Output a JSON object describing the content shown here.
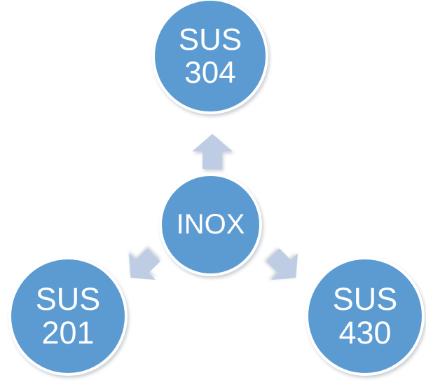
{
  "diagram": {
    "type": "radial-diagram",
    "title": "",
    "center_color": "#5B9BD1",
    "arrow_color": "#BFCDE4",
    "border_color": "#FFFFFF",
    "text_color": "#FFFFFF",
    "background_color": "#FFFFFF",
    "center": {
      "id": "inox",
      "label": "INOX"
    },
    "nodes": [
      {
        "id": "sus304",
        "label": "SUS\n304",
        "position": "top"
      },
      {
        "id": "sus201",
        "label": "SUS\n201",
        "position": "bottom-left"
      },
      {
        "id": "sus430",
        "label": "SUS\n430",
        "position": "bottom-right"
      }
    ],
    "arrows": [
      {
        "id": "arrow-up",
        "from": "inox",
        "to": "sus304",
        "direction": "up"
      },
      {
        "id": "arrow-left",
        "from": "inox",
        "to": "sus201",
        "direction": "down-left"
      },
      {
        "id": "arrow-right",
        "from": "inox",
        "to": "sus430",
        "direction": "down-right"
      }
    ]
  }
}
